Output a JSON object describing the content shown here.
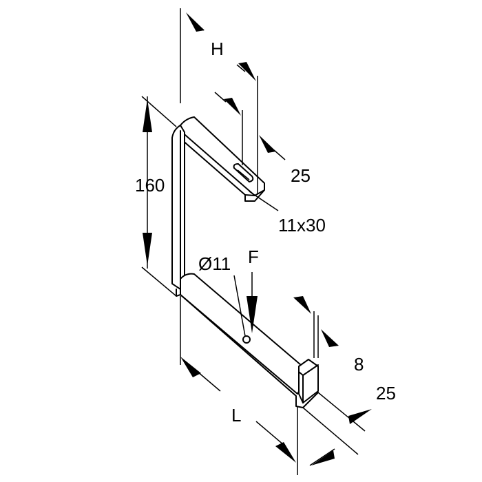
{
  "labels": {
    "h": "H",
    "slot_width": "25",
    "height": "160",
    "slot": "11x30",
    "hole": "Ø11",
    "force": "F",
    "thickness": "8",
    "base_width": "25",
    "length": "L"
  },
  "colors": {
    "line": "#000000",
    "background": "#ffffff"
  }
}
